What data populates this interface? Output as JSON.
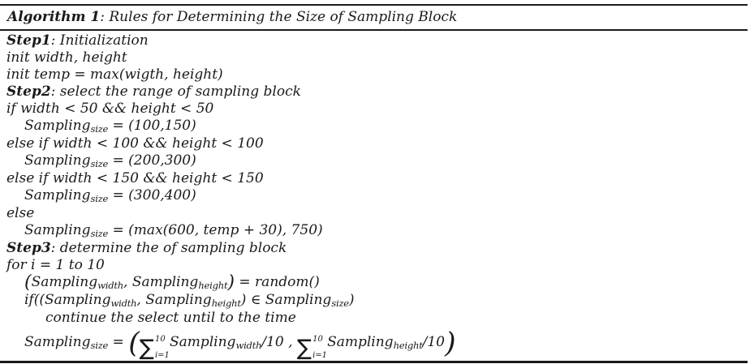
{
  "colors": {
    "text": "#1a1a1a",
    "rule": "#1a1a1a",
    "background": "#ffffff"
  },
  "algorithm": {
    "label": "Algorithm 1",
    "title_rest": ": Rules for Determining the Size of Sampling Block",
    "lines": [
      {
        "indent": 0,
        "segs": [
          {
            "t": "Step1",
            "s": "b"
          },
          {
            "t": ": Initialization"
          }
        ]
      },
      {
        "indent": 0,
        "segs": [
          {
            "t": "init width, height"
          }
        ]
      },
      {
        "indent": 0,
        "segs": [
          {
            "t": "init temp = max(wigth, height)"
          }
        ]
      },
      {
        "indent": 0,
        "segs": [
          {
            "t": "Step2",
            "s": "b"
          },
          {
            "t": ": select the range of sampling block"
          }
        ]
      },
      {
        "indent": 0,
        "segs": [
          {
            "t": "if width < 50 && height < 50"
          }
        ]
      },
      {
        "indent": 1,
        "segs": [
          {
            "t": "Sampling"
          },
          {
            "t": "size",
            "s": "sub"
          },
          {
            "t": " = (100,150)"
          }
        ]
      },
      {
        "indent": 0,
        "segs": [
          {
            "t": "else if width < 100 && height < 100"
          }
        ]
      },
      {
        "indent": 1,
        "segs": [
          {
            "t": "Sampling"
          },
          {
            "t": "size",
            "s": "sub"
          },
          {
            "t": " = (200,300)"
          }
        ]
      },
      {
        "indent": 0,
        "segs": [
          {
            "t": "else if width < 150 && height < 150"
          }
        ]
      },
      {
        "indent": 1,
        "segs": [
          {
            "t": "Sampling"
          },
          {
            "t": "size",
            "s": "sub"
          },
          {
            "t": " = (300,400)"
          }
        ]
      },
      {
        "indent": 0,
        "segs": [
          {
            "t": "else"
          }
        ]
      },
      {
        "indent": 1,
        "segs": [
          {
            "t": "Sampling"
          },
          {
            "t": "size",
            "s": "sub"
          },
          {
            "t": " = (max(600, temp + 30), 750)"
          }
        ]
      },
      {
        "indent": 0,
        "segs": [
          {
            "t": "Step3",
            "s": "b"
          },
          {
            "t": ": determine the of sampling block"
          }
        ]
      },
      {
        "indent": 0,
        "segs": [
          {
            "t": "for i = 1 to 10"
          }
        ]
      },
      {
        "indent": 1,
        "segs": [
          {
            "t": "(",
            "s": "big"
          },
          {
            "t": "Sampling"
          },
          {
            "t": "width",
            "s": "sub"
          },
          {
            "t": ", "
          },
          {
            "t": "Sampling"
          },
          {
            "t": "height",
            "s": "sub"
          },
          {
            "t": ")",
            "s": "big"
          },
          {
            "t": " = random()"
          }
        ]
      },
      {
        "indent": 1,
        "segs": [
          {
            "t": "if(("
          },
          {
            "t": "Sampling"
          },
          {
            "t": "width",
            "s": "sub"
          },
          {
            "t": ", "
          },
          {
            "t": "Sampling"
          },
          {
            "t": "height",
            "s": "sub"
          },
          {
            "t": ") ∈ "
          },
          {
            "t": "Sampling"
          },
          {
            "t": "size",
            "s": "sub"
          },
          {
            "t": ")"
          }
        ]
      },
      {
        "indent": 2,
        "segs": [
          {
            "t": "continue the select until to the time"
          }
        ]
      },
      {
        "indent": 1,
        "segs": [
          {
            "t": "Sampling"
          },
          {
            "t": "size",
            "s": "sub"
          },
          {
            "t": " = "
          },
          {
            "t": "(",
            "s": "xbig"
          },
          {
            "sum": true,
            "sup": "10",
            "lower": "i=1"
          },
          {
            "t": "Sampling"
          },
          {
            "t": "width",
            "s": "sub"
          },
          {
            "t": "/10 , "
          },
          {
            "sum": true,
            "sup": "10",
            "lower": "i=1"
          },
          {
            "t": "Sampling"
          },
          {
            "t": "height",
            "s": "sub"
          },
          {
            "t": "/10"
          },
          {
            "t": ")",
            "s": "xbig"
          }
        ]
      }
    ]
  }
}
